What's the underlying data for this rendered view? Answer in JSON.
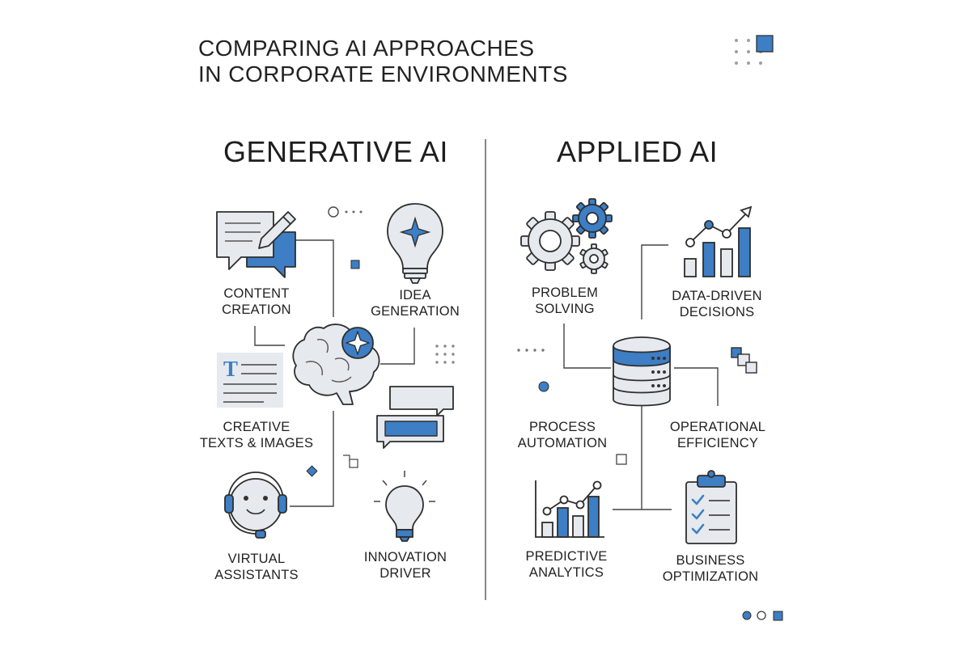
{
  "title": {
    "line1": "COMPARING AI APPROACHES",
    "line2": "IN CORPORATE ENVIRONMENTS"
  },
  "colors": {
    "accent": "#3d7ec4",
    "ink": "#3a3a3a",
    "fill_light": "#e6e9ee"
  },
  "generative": {
    "heading": "GENERATIVE AI",
    "items": [
      {
        "icon": "chat-pencil-icon",
        "line1": "CONTENT",
        "line2": "CREATION"
      },
      {
        "icon": "lightbulb-star-icon",
        "line1": "IDEA",
        "line2": "GENERATION"
      },
      {
        "icon": "text-document-icon",
        "line1": "CREATIVE",
        "line2": "TEXTS & IMAGES"
      },
      {
        "icon": "headset-face-icon",
        "line1": "VIRTUAL",
        "line2": "ASSISTANTS"
      },
      {
        "icon": "lightbulb-icon",
        "line1": "INNOVATION",
        "line2": "DRIVER"
      }
    ]
  },
  "applied": {
    "heading": "APPLIED AI",
    "items": [
      {
        "icon": "gears-icon",
        "line1": "PROBLEM",
        "line2": "SOLVING"
      },
      {
        "icon": "bar-chart-trend-icon",
        "line1": "DATA-DRIVEN",
        "line2": "DECISIONS"
      },
      {
        "icon": "database-icon",
        "line1": "PROCESS",
        "line2": "AUTOMATION"
      },
      {
        "icon": "squares-icon",
        "line1": "OPERATIONAL",
        "line2": "EFFICIENCY"
      },
      {
        "icon": "analytics-chart-icon",
        "line1": "PREDICTIVE",
        "line2": "ANALYTICS"
      },
      {
        "icon": "clipboard-checklist-icon",
        "line1": "BUSINESS",
        "line2": "OPTIMIZATION"
      }
    ]
  }
}
